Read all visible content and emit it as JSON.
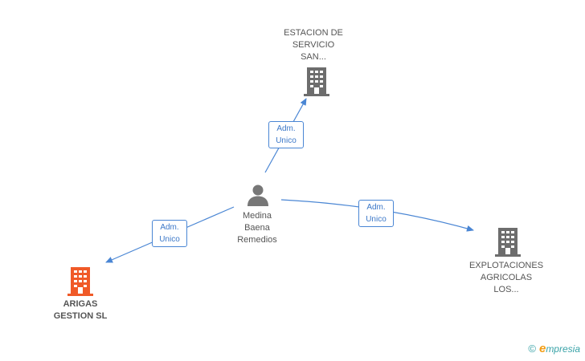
{
  "nodes": {
    "person": {
      "lines": [
        "Medina",
        "Baena",
        "Remedios"
      ]
    },
    "company_top": {
      "lines": [
        "ESTACION DE",
        "SERVICIO",
        "SAN..."
      ]
    },
    "company_right": {
      "lines": [
        "EXPLOTACIONES",
        "AGRICOLAS",
        "LOS..."
      ]
    },
    "company_main": {
      "lines": [
        "ARIGAS",
        "GESTION SL"
      ]
    }
  },
  "edges": {
    "to_top": {
      "line1": "Adm.",
      "line2": "Unico"
    },
    "to_right": {
      "line1": "Adm.",
      "line2": "Unico"
    },
    "to_main": {
      "line1": "Adm.",
      "line2": "Unico"
    }
  },
  "colors": {
    "edge": "#4a86d4",
    "building_gray": "#6d6d6d",
    "building_main": "#f05a28",
    "person": "#777777"
  },
  "icons": [
    "person-icon",
    "building-icon"
  ],
  "brand": {
    "copyright": "©",
    "first": "e",
    "rest": "mpresia"
  }
}
